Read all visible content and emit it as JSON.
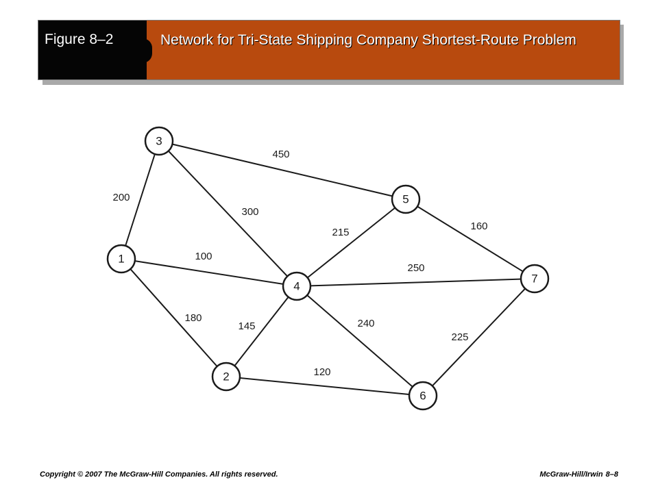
{
  "header": {
    "figure_label": "Figure 8–2",
    "title": "Network for Tri-State Shipping Company Shortest-Route Problem"
  },
  "network": {
    "nodes": [
      {
        "id": "1",
        "label": "1"
      },
      {
        "id": "2",
        "label": "2"
      },
      {
        "id": "3",
        "label": "3"
      },
      {
        "id": "4",
        "label": "4"
      },
      {
        "id": "5",
        "label": "5"
      },
      {
        "id": "6",
        "label": "6"
      },
      {
        "id": "7",
        "label": "7"
      }
    ],
    "edges": [
      {
        "from": "1",
        "to": "3",
        "weight": "200"
      },
      {
        "from": "3",
        "to": "5",
        "weight": "450"
      },
      {
        "from": "3",
        "to": "4",
        "weight": "300"
      },
      {
        "from": "1",
        "to": "4",
        "weight": "100"
      },
      {
        "from": "1",
        "to": "2",
        "weight": "180"
      },
      {
        "from": "2",
        "to": "4",
        "weight": "145"
      },
      {
        "from": "4",
        "to": "5",
        "weight": "215"
      },
      {
        "from": "5",
        "to": "7",
        "weight": "160"
      },
      {
        "from": "4",
        "to": "7",
        "weight": "250"
      },
      {
        "from": "4",
        "to": "6",
        "weight": "240"
      },
      {
        "from": "2",
        "to": "6",
        "weight": "120"
      },
      {
        "from": "6",
        "to": "7",
        "weight": "225"
      }
    ]
  },
  "footer": {
    "copyright": "Copyright © 2007 The McGraw-Hill Companies. All rights reserved.",
    "publisher": "McGraw-Hill/Irwin",
    "page": "8–8"
  }
}
